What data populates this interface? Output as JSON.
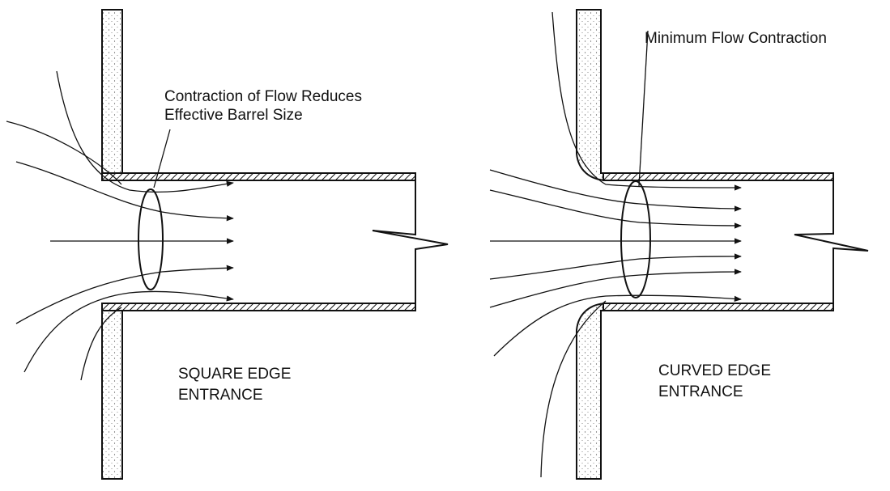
{
  "diagram": {
    "left_panel": {
      "annotation_line1": "Contraction of Flow Reduces",
      "annotation_line2": "Effective Barrel Size",
      "caption_line1": "SQUARE EDGE",
      "caption_line2": "ENTRANCE"
    },
    "right_panel": {
      "annotation": "Minimum Flow Contraction",
      "caption_line1": "CURVED EDGE",
      "caption_line2": "ENTRANCE"
    }
  }
}
